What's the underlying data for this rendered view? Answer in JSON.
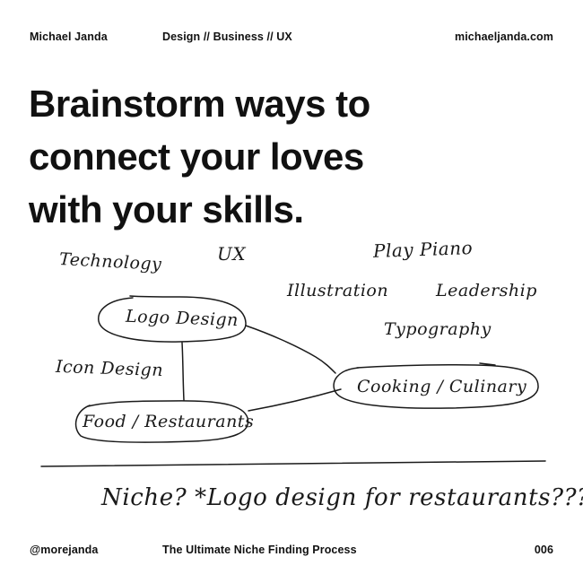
{
  "header": {
    "author": "Michael Janda",
    "tagline": "Design // Business // UX",
    "website": "michaeljanda.com"
  },
  "title": {
    "line1": "Brainstorm ways to",
    "line2": "connect your loves",
    "line3": "with your skills."
  },
  "sketch": {
    "technology": "Technology",
    "ux": "UX",
    "play_piano": "Play Piano",
    "illustration": "Illustration",
    "leadership": "Leadership",
    "logo_design": "Logo Design",
    "typography": "Typography",
    "icon_design": "Icon Design",
    "cooking": "Cooking / Culinary",
    "food": "Food / Restaurants",
    "niche": "Niche? *Logo design for restaurants???"
  },
  "footer": {
    "handle": "@morejanda",
    "series_title": "The Ultimate Niche Finding Process",
    "page_number": "006"
  }
}
